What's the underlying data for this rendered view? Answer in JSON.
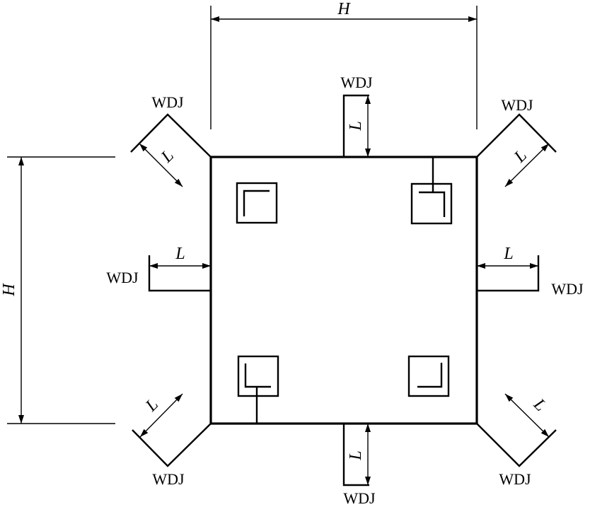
{
  "labels": {
    "wdj": "WDJ",
    "dim_h": "H",
    "dim_l": "L"
  }
}
